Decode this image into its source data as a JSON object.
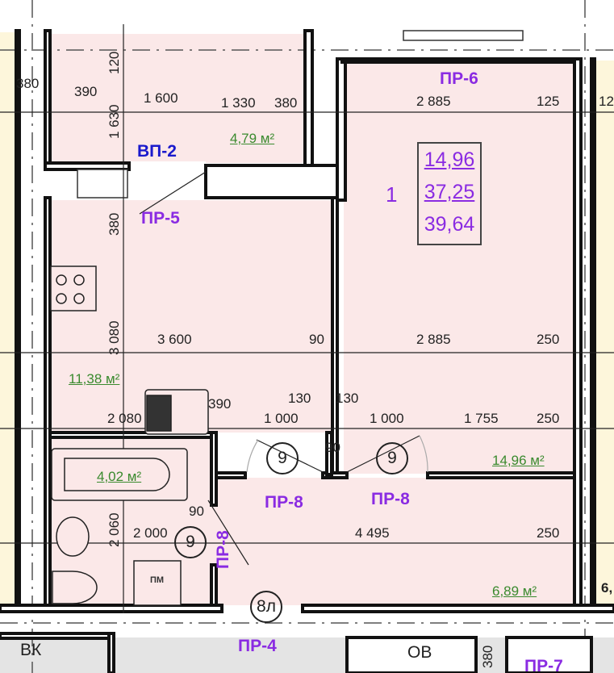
{
  "colors": {
    "room": "#fbe8e8",
    "neighbor": "#fdf6db",
    "wall": "#111111",
    "area_text": "#3a8a2e",
    "opening_text": "#8a2be2",
    "vp_text": "#1a1acc"
  },
  "apartment": {
    "number": "1",
    "living_area": "14,96",
    "total_area": "37,25",
    "total_with_balcony": "39,64"
  },
  "rooms": {
    "balcony": "4,79 м²",
    "kitchen": "11,38 м²",
    "bathroom": "4,02 м²",
    "bedroom": "14,96 м²",
    "hallway": "6,89 м²"
  },
  "openings": {
    "vp2": "ВП-2",
    "pr5": "ПР-5",
    "pr6": "ПР-6",
    "pr8_a": "ПР-8",
    "pr8_b": "ПР-8",
    "pr8_c": "ПР-8",
    "pr4": "ПР-4",
    "pr7": "ПР-7"
  },
  "markers": {
    "door_a": "9",
    "door_b": "9",
    "door_c": "9",
    "entry": "8л"
  },
  "labels": {
    "pm": "ПМ",
    "vk": "ВК",
    "ov": "ОВ"
  },
  "dims": {
    "d380_tl": "380",
    "d390_t": "390",
    "d1600": "1 600",
    "d1330": "1 330",
    "d380_t": "380",
    "d120": "120",
    "d1630": "1 630",
    "d380_v": "380",
    "d2885_t": "2 885",
    "d125": "125",
    "d12_edge": "12",
    "d3080": "3 080",
    "d3600": "3 600",
    "d90_m": "90",
    "d2885_m": "2 885",
    "d250_m": "250",
    "d390_m": "390",
    "d130_a": "130",
    "d130_b": "130",
    "d2080": "2 080",
    "d1000_a": "1 000",
    "d1000_b": "1 000",
    "d1755": "1 755",
    "d250_b": "250",
    "d90_b": "90",
    "d90_c": "90",
    "d2060": "2 060",
    "d2000": "2 000",
    "d4495": "4 495",
    "d250_c": "250",
    "d380_bot": "380",
    "d6_edge": "6,"
  }
}
